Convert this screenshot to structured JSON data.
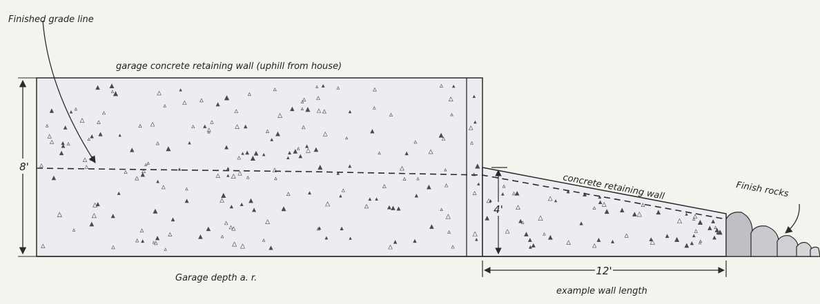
{
  "diagram": {
    "labels": {
      "finished_grade": "Finished grade line",
      "garage_wall": "garage concrete retaining wall (uphill from house)",
      "height_8": "8'",
      "height_4": "4'",
      "concrete_wall": "concrete retaining wall",
      "finish_rocks": "Finish rocks",
      "length_12": "12'",
      "garage_depth": "Garage depth a. r.",
      "example_length": "example wall length"
    },
    "colors": {
      "background": "#f4f3ee",
      "concrete": "#ecedf0",
      "line": "#2a2a2a",
      "rock": "#c9c9cc"
    }
  }
}
